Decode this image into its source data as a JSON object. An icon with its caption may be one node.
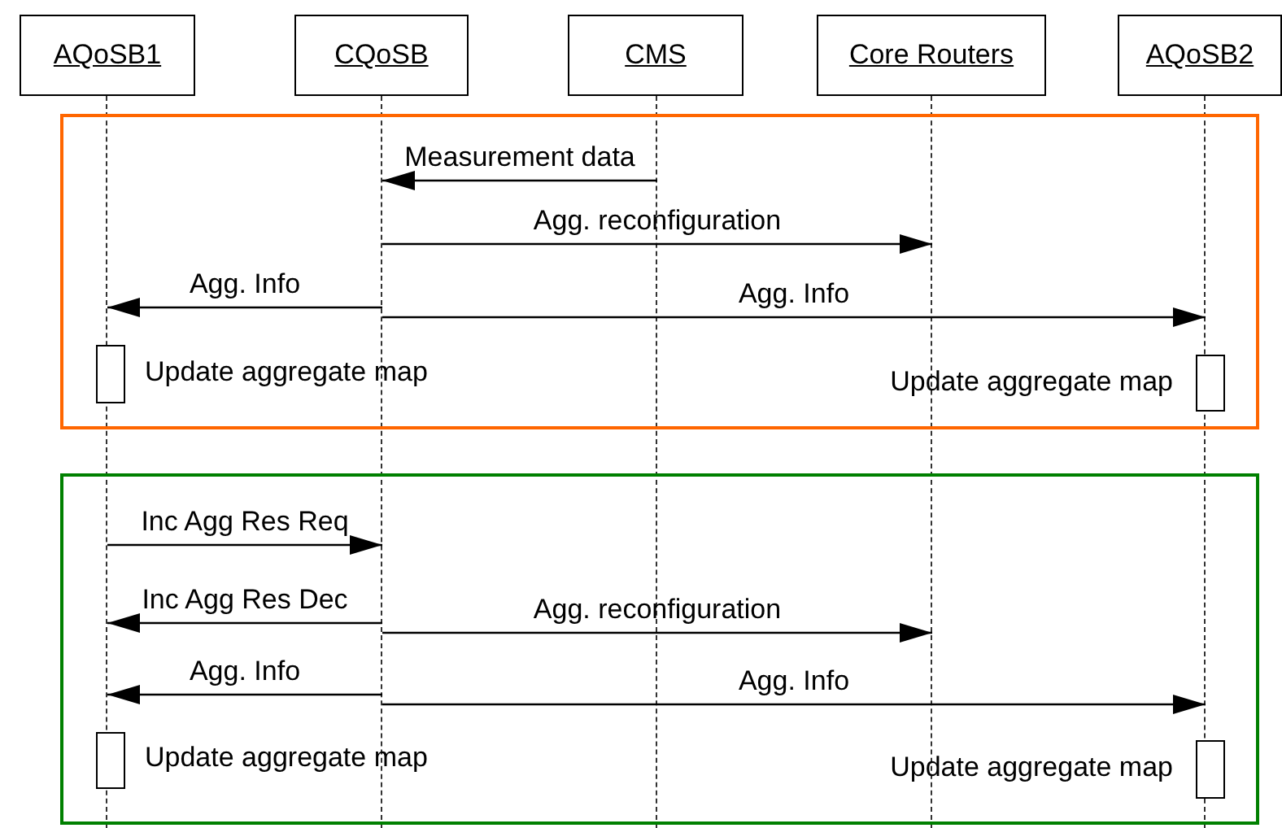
{
  "diagram": {
    "nodes": [
      {
        "text": [
          "AQoSB1"
        ]
      },
      {
        "text": [
          "CQoSB"
        ]
      },
      {
        "text": [
          "CMS"
        ]
      },
      {
        "text": [
          "Core Routers"
        ]
      },
      {
        "text": [
          "AQoSB2"
        ]
      },
      {
        "text": [],
        "shape": "line"
      },
      {
        "text": [],
        "shape": "line"
      },
      {
        "text": [],
        "shape": "line"
      },
      {
        "text": [],
        "shape": "line"
      },
      {
        "text": [],
        "shape": "line"
      },
      {
        "text": [],
        "shape": "box"
      },
      {
        "text": [],
        "shape": "bar",
        "in": 10
      },
      {
        "text": [],
        "shape": "bar",
        "in": 10
      },
      {
        "text": [],
        "shape": "box"
      },
      {
        "text": [],
        "shape": "bar",
        "in": 13
      },
      {
        "text": [],
        "shape": "bar",
        "in": 13
      }
    ],
    "labels": [
      "Update aggregate map",
      "Update aggregate map",
      "Update aggregate map",
      "Update aggregate map"
    ],
    "edges": [
      {
        "from": 7,
        "to": 6,
        "arrow": "to",
        "label": "Measurement data"
      },
      {
        "from": 6,
        "to": 8,
        "arrow": "to",
        "label": "Agg. reconfiguration"
      },
      {
        "from": 6,
        "to": 5,
        "arrow": "to",
        "label": "Agg. Info"
      },
      {
        "from": 6,
        "to": 9,
        "arrow": "to",
        "label": "Agg. Info"
      },
      {
        "from": 5,
        "to": 6,
        "arrow": "to",
        "label": "Inc Agg Res Req"
      },
      {
        "from": 6,
        "to": 5,
        "arrow": "to",
        "label": "Inc Agg Res Dec"
      },
      {
        "from": 6,
        "to": 8,
        "arrow": "to",
        "label": "Agg. reconfiguration"
      },
      {
        "from": 6,
        "to": 5,
        "arrow": "to",
        "label": "Agg. Info"
      },
      {
        "from": 6,
        "to": 9,
        "arrow": "to",
        "label": "Agg. Info"
      }
    ]
  }
}
